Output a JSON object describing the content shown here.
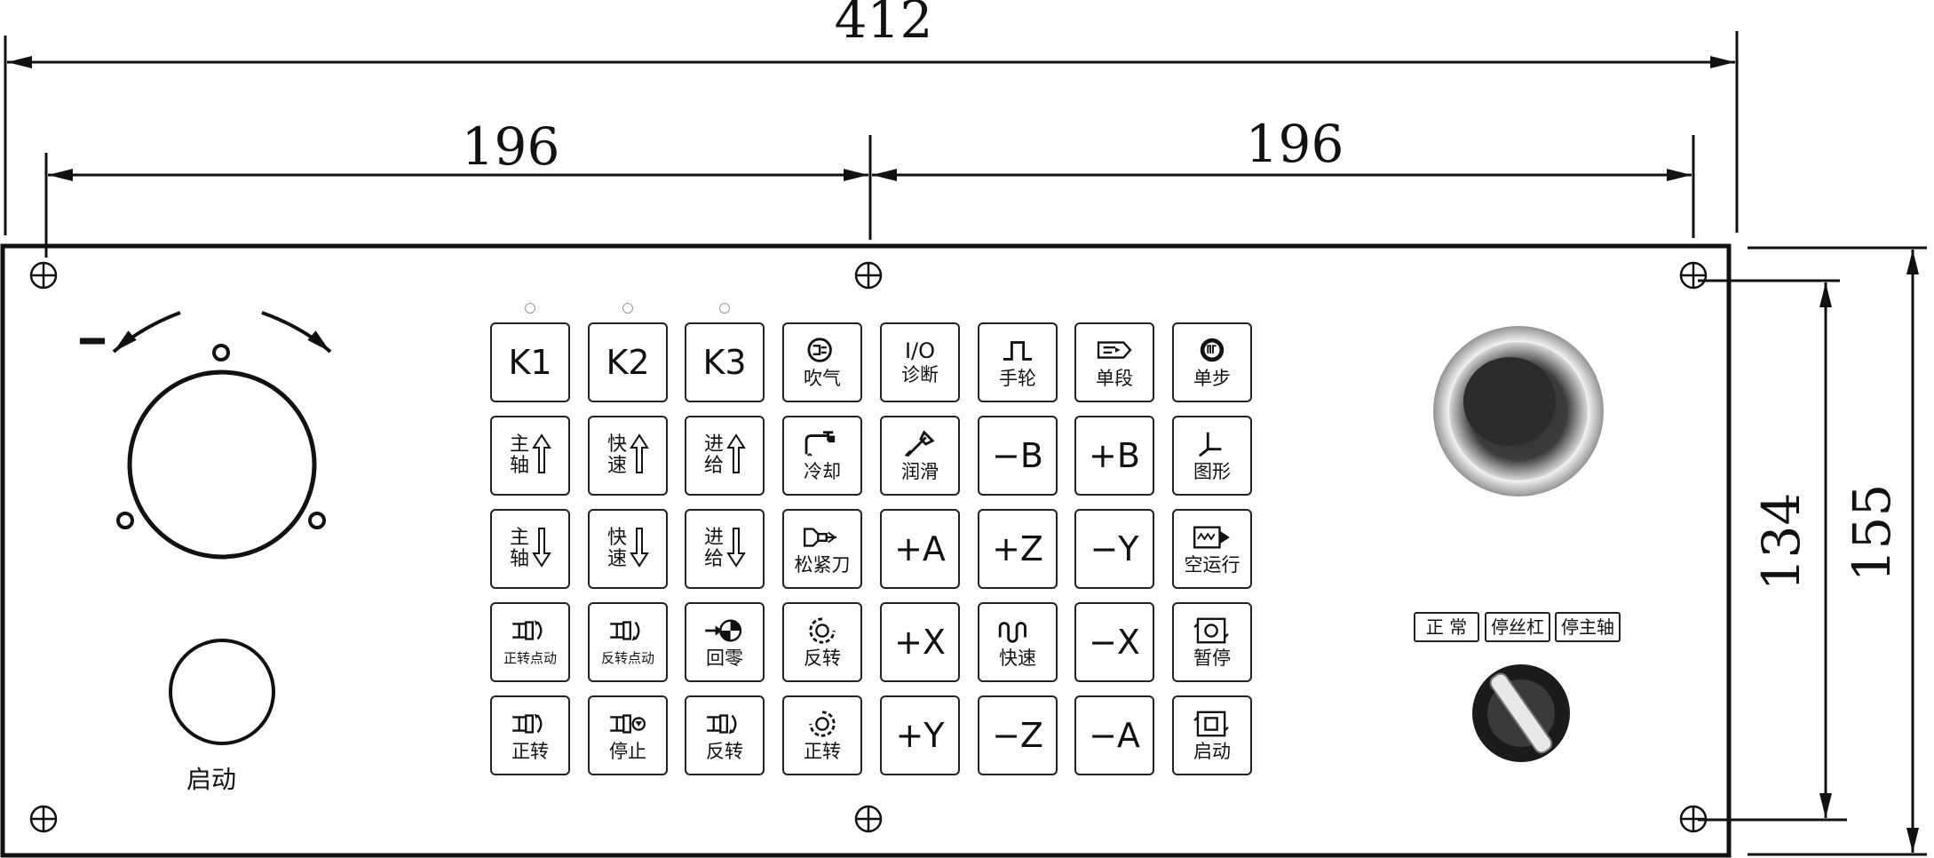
{
  "dimensions": {
    "overall_width": "412",
    "left_span": "196",
    "right_span": "196",
    "inner_height": "134",
    "outer_height": "155"
  },
  "spindle_dial": {
    "minus_sign": "−"
  },
  "start_button": {
    "label": "启动"
  },
  "keys": [
    {
      "big": "K1"
    },
    {
      "big": "K2"
    },
    {
      "big": "K3"
    },
    {
      "icon": "air-blow-icon",
      "label": "吹气"
    },
    {
      "top": "I/O",
      "label": "诊断"
    },
    {
      "icon": "handwheel-pulse-icon",
      "label": "手轮"
    },
    {
      "icon": "single-block-icon",
      "label": "单段"
    },
    {
      "icon": "single-step-icon",
      "label": "单步"
    },
    {
      "stack": [
        "主",
        "轴"
      ],
      "arrow": "up"
    },
    {
      "stack": [
        "快",
        "速"
      ],
      "arrow": "up"
    },
    {
      "stack": [
        "进",
        "给"
      ],
      "arrow": "up"
    },
    {
      "icon": "coolant-icon",
      "label": "冷却"
    },
    {
      "icon": "lubrication-icon",
      "label": "润滑"
    },
    {
      "big": "−B"
    },
    {
      "big": "+B"
    },
    {
      "icon": "graphics-icon",
      "label": "图形"
    },
    {
      "stack": [
        "主",
        "轴"
      ],
      "arrow": "down"
    },
    {
      "stack": [
        "快",
        "速"
      ],
      "arrow": "down"
    },
    {
      "stack": [
        "进",
        "给"
      ],
      "arrow": "down"
    },
    {
      "icon": "tool-clamp-icon",
      "label": "松紧刀"
    },
    {
      "big": "+A"
    },
    {
      "big": "+Z"
    },
    {
      "big": "−Y"
    },
    {
      "icon": "dry-run-icon",
      "label": "空运行"
    },
    {
      "icon": "spindle-cw-jog-icon",
      "label": "正转点动",
      "small": true
    },
    {
      "icon": "spindle-ccw-jog-icon",
      "label": "反转点动",
      "small": true
    },
    {
      "icon": "home-return-icon",
      "label": "回零"
    },
    {
      "icon": "magazine-ccw-icon",
      "label": "反转"
    },
    {
      "big": "+X"
    },
    {
      "icon": "rapid-icon",
      "label": "快速"
    },
    {
      "big": "−X"
    },
    {
      "icon": "feed-hold-icon",
      "label": "暂停"
    },
    {
      "icon": "spindle-cw-icon",
      "label": "正转"
    },
    {
      "icon": "spindle-stop-icon",
      "label": "停止"
    },
    {
      "icon": "spindle-ccw-icon",
      "label": "反转"
    },
    {
      "icon": "magazine-cw-icon",
      "label": "正转"
    },
    {
      "big": "+Y"
    },
    {
      "big": "−Z"
    },
    {
      "big": "−A"
    },
    {
      "icon": "cycle-start-icon",
      "label": "启动"
    }
  ],
  "mode_switch": {
    "options": [
      "正 常",
      "停丝杠",
      "停主轴"
    ]
  }
}
